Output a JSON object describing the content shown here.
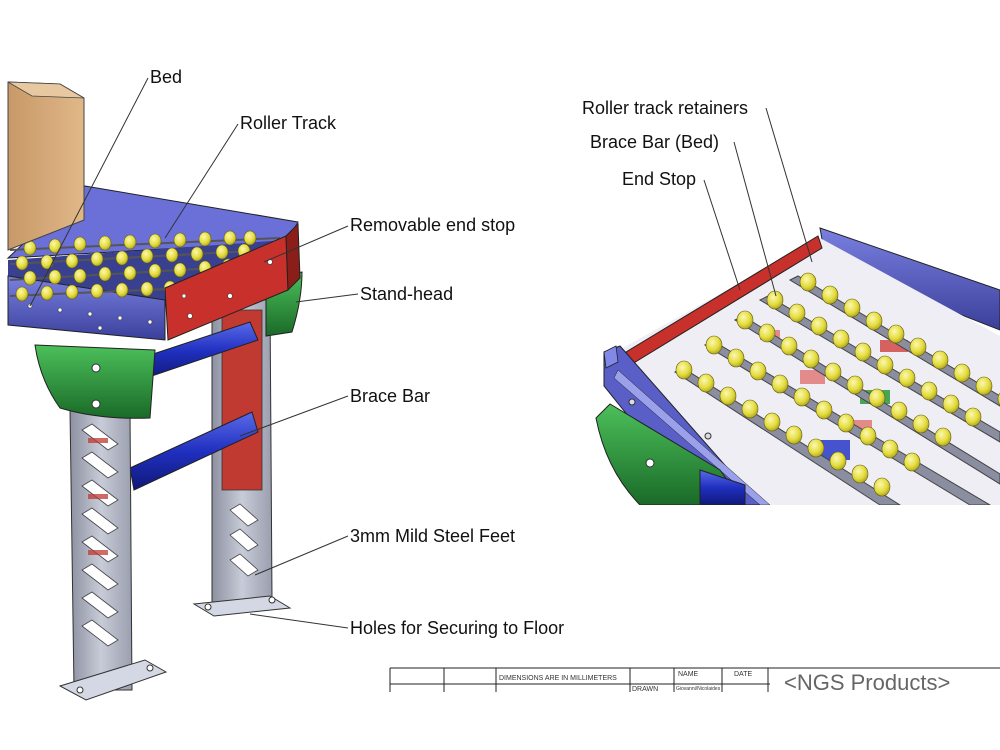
{
  "labels": {
    "bed": "Bed",
    "roller_track": "Roller Track",
    "removable_end_stop": "Removable end stop",
    "stand_head": "Stand-head",
    "brace_bar": "Brace Bar",
    "feet": "3mm Mild Steel Feet",
    "holes": "Holes for Securing to Floor",
    "roller_track_retainers": "Roller track retainers",
    "brace_bar_bed": "Brace Bar (Bed)",
    "end_stop": "End Stop"
  },
  "title_block": {
    "dimensions_note": "DIMENSIONS ARE IN MILLIMETERS",
    "name_header": "NAME",
    "date_header": "DATE",
    "drawn_label": "DRAWN",
    "drawn_name": "Giovanni/Nicolaides",
    "company": "<NGS Products>"
  },
  "colors": {
    "frame_blue": "#5a5fc8",
    "roller_yellow": "#e8e040",
    "end_stop_red": "#c8302c",
    "stand_green": "#2a9a3a",
    "brace_blue": "#2838c8",
    "leg_grey": "#b8bcc8",
    "box_brown": "#d2a574"
  }
}
